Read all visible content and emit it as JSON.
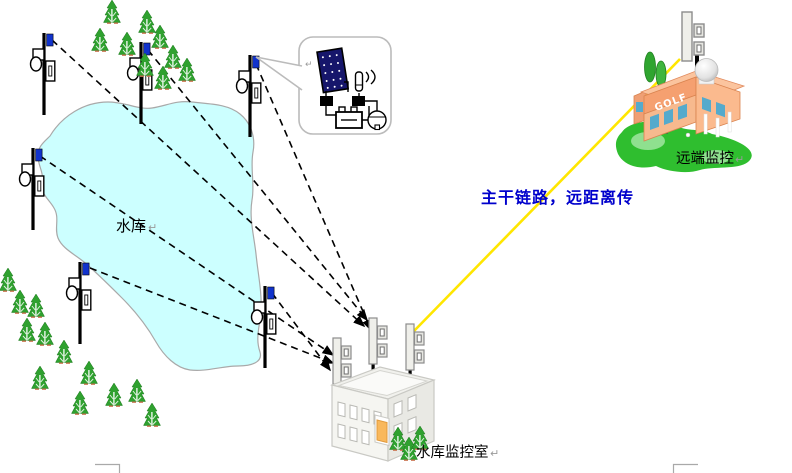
{
  "figure": {
    "labels": {
      "reservoir": "水库",
      "control_room": "水库监控室",
      "remote_site": "远端监控",
      "trunk_link": "主干链路，远距离传",
      "golf_sign": "GOLF",
      "anchor_mark": "↵"
    },
    "colors": {
      "lake_fill": "#CCFFFF",
      "lake_outline": "#A9A9A9",
      "tree_green": "#2FA12F",
      "dashed_link": "#000000",
      "trunk_line_yellow": "#FFE600",
      "trunk_text_blue": "#0000CC",
      "station_marker_blue": "#1133CC",
      "remote_building_orange": "#F5A878",
      "golf_ground_green": "#2FBE2F"
    },
    "elements": {
      "sensor_station_count": 6,
      "roof_antenna_count": 3,
      "wireless_links_to_control_room": 6,
      "trunk_links": 1
    },
    "icons": [
      {
        "name": "solar-panel-icon"
      },
      {
        "name": "battery-icon"
      },
      {
        "name": "antenna-icon"
      },
      {
        "name": "dome-camera-icon"
      },
      {
        "name": "tree-icon"
      },
      {
        "name": "golf-flag-icon"
      }
    ]
  }
}
